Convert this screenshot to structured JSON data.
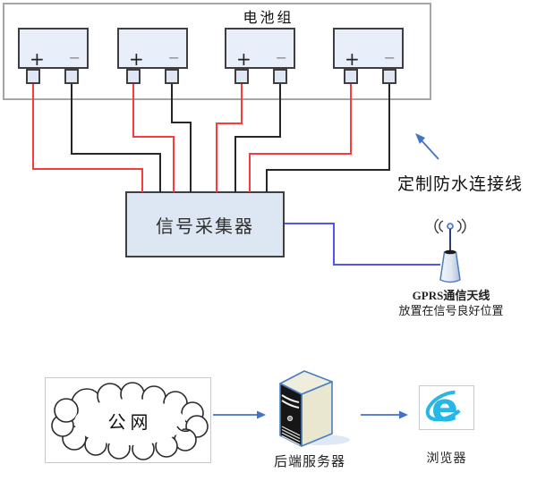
{
  "colors": {
    "wire_red": "#f93b3b",
    "wire_black": "#262626",
    "wire_blue": "#5454ee",
    "arrow_blue": "#4472c4",
    "component_fill": "#e9effa",
    "box_border_gray": "#a6a6a6",
    "ie_blue": "#26b7e7"
  },
  "battery_pack": {
    "title": "电池组",
    "cells": [
      {
        "plus": "+",
        "minus": "−"
      },
      {
        "plus": "+",
        "minus": "−"
      },
      {
        "plus": "+",
        "minus": "−"
      },
      {
        "plus": "+",
        "minus": "−"
      }
    ]
  },
  "collector": {
    "label": "信号采集器"
  },
  "annotations": {
    "waterproof_cable": "定制防水连接线",
    "antenna_title": "GPRS通信天线",
    "antenna_note": "放置在信号良好位置"
  },
  "network_flow": {
    "cloud_label": "公 网",
    "server_label": "后端服务器",
    "browser_label": "浏览器"
  }
}
